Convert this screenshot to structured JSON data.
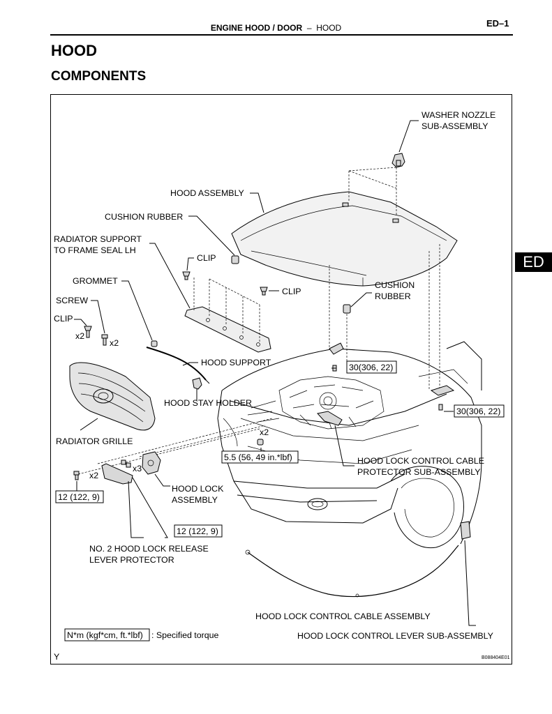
{
  "header": {
    "section": "ENGINE HOOD / DOOR",
    "separator": "–",
    "topic": "HOOD",
    "page_number": "ED–1"
  },
  "title": "HOOD",
  "subtitle": "COMPONENTS",
  "tab_label": "ED",
  "labels": {
    "washer_nozzle_1": "WASHER NOZZLE",
    "washer_nozzle_2": "SUB-ASSEMBLY",
    "hood_assembly": "HOOD ASSEMBLY",
    "cushion_rubber_top": "CUSHION RUBBER",
    "radiator_seal_1": "RADIATOR SUPPORT",
    "radiator_seal_2": "TO FRAME SEAL LH",
    "clip_a": "CLIP",
    "clip_b": "CLIP",
    "clip_c": "CLIP",
    "grommet": "GROMMET",
    "screw": "SCREW",
    "cushion_rubber_right_1": "CUSHION",
    "cushion_rubber_right_2": "RUBBER",
    "hood_support": "HOOD SUPPORT",
    "hood_stay_holder": "HOOD STAY HOLDER",
    "radiator_grille": "RADIATOR GRILLE",
    "hood_lock_cable_protector_1": "HOOD LOCK CONTROL CABLE",
    "hood_lock_cable_protector_2": "PROTECTOR SUB-ASSEMBLY",
    "hood_lock_assembly_1": "HOOD LOCK",
    "hood_lock_assembly_2": "ASSEMBLY",
    "no2_release_1": "NO. 2 HOOD LOCK RELEASE",
    "no2_release_2": "LEVER PROTECTOR",
    "cable_assembly": "HOOD LOCK CONTROL CABLE ASSEMBLY",
    "lever_sub_assembly": "HOOD LOCK CONTROL LEVER SUB-ASSEMBLY"
  },
  "quantities": {
    "clip_x2": "x2",
    "screw_x2": "x2",
    "grille_bolt_x2": "x2",
    "lock_bolt_x3": "x3",
    "nut_x2": "x2"
  },
  "torques": {
    "hinge_left": "30(306, 22)",
    "hinge_right": "30(306, 22)",
    "lock_nut": "5.5 (56, 49 in.*lbf)",
    "grille_bolt": "12 (122, 9)",
    "lock_bolt": "12 (122, 9)"
  },
  "legend": {
    "unit_box": "N*m (kgf*cm, ft.*lbf)",
    "description": ": Specified torque"
  },
  "footer": {
    "left_mark": "Y",
    "figure_code": "B088404E01"
  }
}
